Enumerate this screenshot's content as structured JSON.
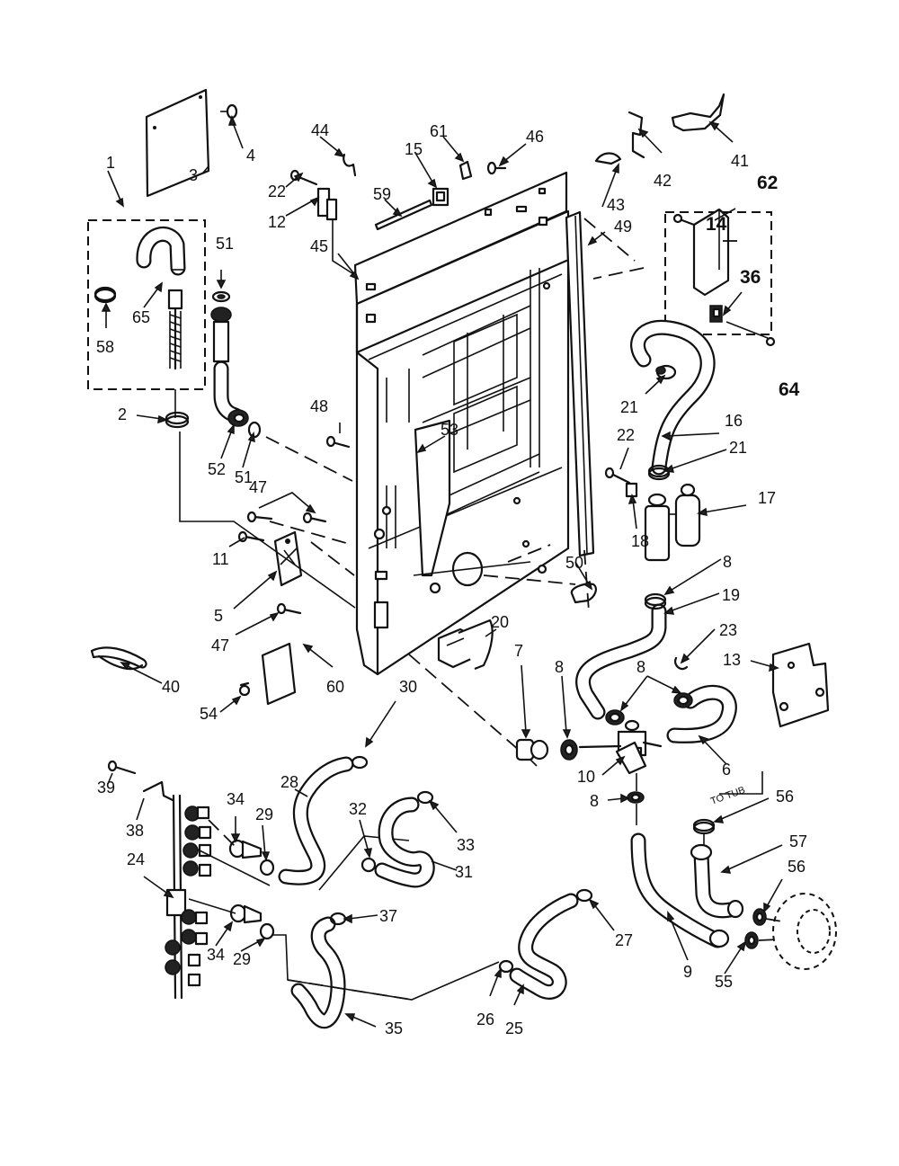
{
  "callouts": {
    "n1": "1",
    "n2": "2",
    "n3": "3",
    "n4": "4",
    "n5": "5",
    "n6": "6",
    "n7": "7",
    "n8": "8",
    "n9": "9",
    "n10": "10",
    "n11": "11",
    "n12": "12",
    "n13": "13",
    "n14": "14",
    "n15": "15",
    "n16": "16",
    "n17": "17",
    "n18": "18",
    "n19": "19",
    "n20": "20",
    "n21": "21",
    "n22": "22",
    "n23": "23",
    "n24": "24",
    "n25": "25",
    "n26": "26",
    "n27": "27",
    "n28": "28",
    "n29": "29",
    "n30": "30",
    "n31": "31",
    "n32": "32",
    "n33": "33",
    "n34": "34",
    "n35": "35",
    "n36": "36",
    "n37": "37",
    "n38": "38",
    "n39": "39",
    "n40": "40",
    "n41": "41",
    "n42": "42",
    "n43": "43",
    "n44": "44",
    "n45": "45",
    "n46": "46",
    "n47": "47",
    "n48": "48",
    "n49": "49",
    "n50": "50",
    "n51": "51",
    "n52": "52",
    "n53": "53",
    "n54": "54",
    "n55": "55",
    "n56": "56",
    "n57": "57",
    "n58": "58",
    "n59": "59",
    "n60": "60",
    "n61": "61",
    "n62": "62",
    "n64": "64",
    "n65": "65"
  },
  "notes": {
    "to_tub": "TO TUB"
  }
}
